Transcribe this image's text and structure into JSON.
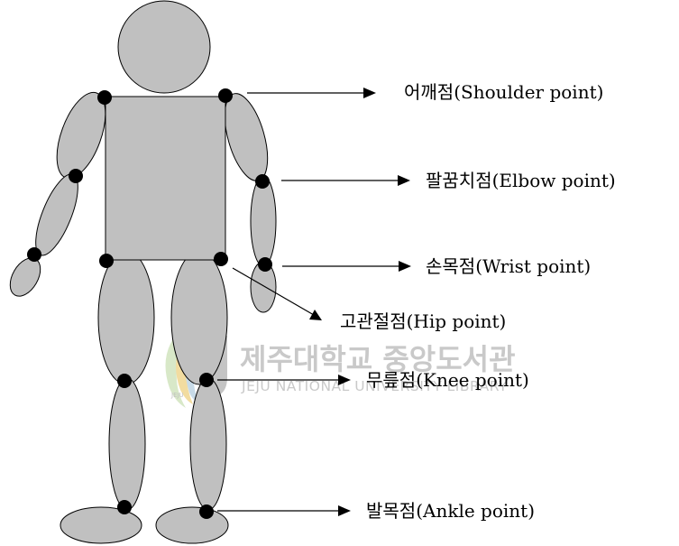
{
  "watermark": {
    "korean": "제주대학교 중앙도서관",
    "english": "JEJU NATIONAL UNIVERSITY LIBRARY",
    "logo_text": "JEJU"
  },
  "colors": {
    "body": "#c0c0c0",
    "outline": "#000000",
    "point": "#000000",
    "watermark": "#c9c9c9"
  },
  "labels": {
    "shoulder": "어깨점(Shoulder point)",
    "elbow": "팔꿈치점(Elbow point)",
    "wrist": "손목점(Wrist point)",
    "hip": "고관절점(Hip point)",
    "knee": "무릎점(Knee point)",
    "ankle": "발목점(Ankle point)"
  }
}
